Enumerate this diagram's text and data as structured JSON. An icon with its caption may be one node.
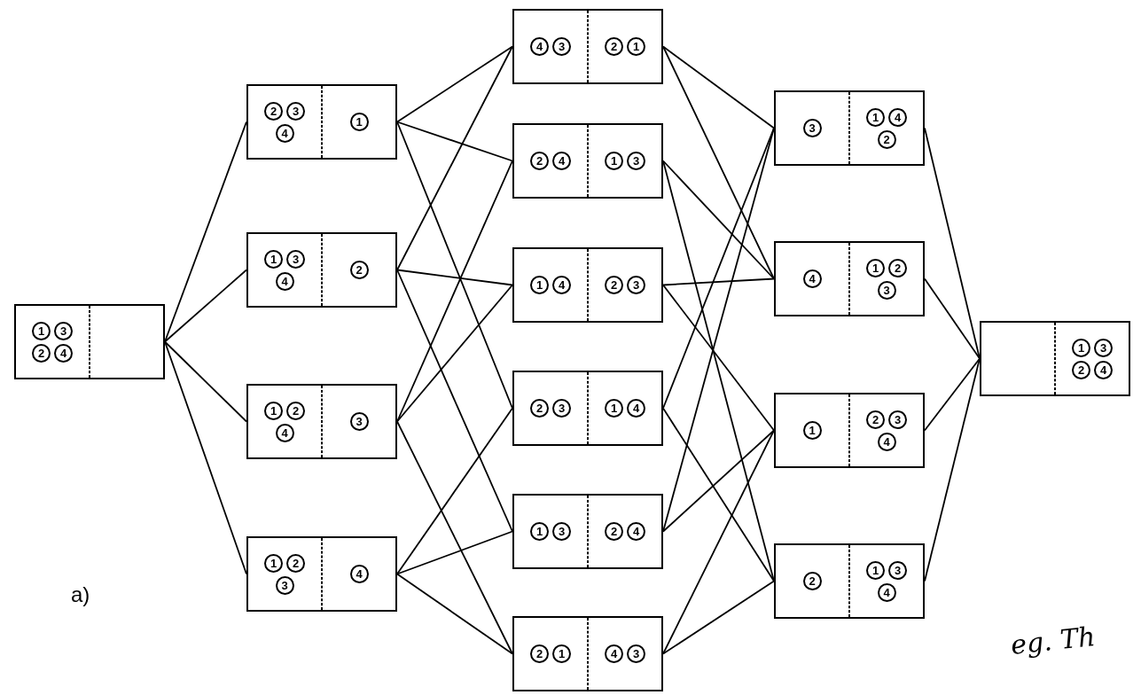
{
  "diagram": {
    "nodes": [
      {
        "text": [],
        "shape": "box"
      },
      {
        "text": [
          "1",
          "3",
          "2",
          "4"
        ],
        "in": 0
      },
      {
        "text": [],
        "shape": "box",
        "in": 0
      },
      {
        "text": [],
        "shape": "box"
      },
      {
        "text": [
          "2",
          "3",
          "4"
        ],
        "in": 3
      },
      {
        "text": [
          "1"
        ],
        "in": 3
      },
      {
        "text": [],
        "shape": "box"
      },
      {
        "text": [
          "1",
          "3",
          "4"
        ],
        "in": 6
      },
      {
        "text": [
          "2"
        ],
        "in": 6
      },
      {
        "text": [],
        "shape": "box"
      },
      {
        "text": [
          "1",
          "2",
          "4"
        ],
        "in": 9
      },
      {
        "text": [
          "3"
        ],
        "in": 9
      },
      {
        "text": [],
        "shape": "box"
      },
      {
        "text": [
          "1",
          "2",
          "3"
        ],
        "in": 12
      },
      {
        "text": [
          "4"
        ],
        "in": 12
      },
      {
        "text": [],
        "shape": "box"
      },
      {
        "text": [
          "4",
          "3"
        ],
        "in": 15
      },
      {
        "text": [
          "2",
          "1"
        ],
        "in": 15
      },
      {
        "text": [],
        "shape": "box"
      },
      {
        "text": [
          "2",
          "4"
        ],
        "in": 18
      },
      {
        "text": [
          "1",
          "3"
        ],
        "in": 18
      },
      {
        "text": [],
        "shape": "box"
      },
      {
        "text": [
          "1",
          "4"
        ],
        "in": 21
      },
      {
        "text": [
          "2",
          "3"
        ],
        "in": 21
      },
      {
        "text": [],
        "shape": "box"
      },
      {
        "text": [
          "2",
          "3"
        ],
        "in": 24
      },
      {
        "text": [
          "1",
          "4"
        ],
        "in": 24
      },
      {
        "text": [],
        "shape": "box"
      },
      {
        "text": [
          "1",
          "3"
        ],
        "in": 27
      },
      {
        "text": [
          "2",
          "4"
        ],
        "in": 27
      },
      {
        "text": [],
        "shape": "box"
      },
      {
        "text": [
          "2",
          "1"
        ],
        "in": 30
      },
      {
        "text": [
          "4",
          "3"
        ],
        "in": 30
      },
      {
        "text": [],
        "shape": "box"
      },
      {
        "text": [
          "3"
        ],
        "in": 33
      },
      {
        "text": [
          "1",
          "4",
          "2"
        ],
        "in": 33
      },
      {
        "text": [],
        "shape": "box"
      },
      {
        "text": [
          "4"
        ],
        "in": 36
      },
      {
        "text": [
          "1",
          "2",
          "3"
        ],
        "in": 36
      },
      {
        "text": [],
        "shape": "box"
      },
      {
        "text": [
          "1"
        ],
        "in": 39
      },
      {
        "text": [
          "2",
          "3",
          "4"
        ],
        "in": 39
      },
      {
        "text": [],
        "shape": "box"
      },
      {
        "text": [
          "2"
        ],
        "in": 42
      },
      {
        "text": [
          "1",
          "3",
          "4"
        ],
        "in": 42
      },
      {
        "text": [],
        "shape": "box"
      },
      {
        "text": [],
        "shape": "box",
        "in": 45
      },
      {
        "text": [
          "1",
          "3",
          "2",
          "4"
        ],
        "in": 45
      }
    ],
    "edges": [
      {
        "from": 0,
        "to": 3,
        "arrow": "none"
      },
      {
        "from": 0,
        "to": 6,
        "arrow": "none"
      },
      {
        "from": 0,
        "to": 9,
        "arrow": "none"
      },
      {
        "from": 0,
        "to": 12,
        "arrow": "none"
      },
      {
        "from": 3,
        "to": 15,
        "arrow": "none"
      },
      {
        "from": 3,
        "to": 18,
        "arrow": "none"
      },
      {
        "from": 3,
        "to": 24,
        "arrow": "none"
      },
      {
        "from": 6,
        "to": 15,
        "arrow": "none"
      },
      {
        "from": 6,
        "to": 21,
        "arrow": "none"
      },
      {
        "from": 6,
        "to": 27,
        "arrow": "none"
      },
      {
        "from": 9,
        "to": 18,
        "arrow": "none"
      },
      {
        "from": 9,
        "to": 21,
        "arrow": "none"
      },
      {
        "from": 9,
        "to": 30,
        "arrow": "none"
      },
      {
        "from": 12,
        "to": 24,
        "arrow": "none"
      },
      {
        "from": 12,
        "to": 27,
        "arrow": "none"
      },
      {
        "from": 12,
        "to": 30,
        "arrow": "none"
      },
      {
        "from": 15,
        "to": 33,
        "arrow": "none"
      },
      {
        "from": 24,
        "to": 33,
        "arrow": "none"
      },
      {
        "from": 27,
        "to": 33,
        "arrow": "none"
      },
      {
        "from": 15,
        "to": 36,
        "arrow": "none"
      },
      {
        "from": 18,
        "to": 36,
        "arrow": "none"
      },
      {
        "from": 21,
        "to": 36,
        "arrow": "none"
      },
      {
        "from": 21,
        "to": 39,
        "arrow": "none"
      },
      {
        "from": 27,
        "to": 39,
        "arrow": "none"
      },
      {
        "from": 30,
        "to": 39,
        "arrow": "none"
      },
      {
        "from": 18,
        "to": 42,
        "arrow": "none"
      },
      {
        "from": 24,
        "to": 42,
        "arrow": "none"
      },
      {
        "from": 30,
        "to": 42,
        "arrow": "none"
      },
      {
        "from": 33,
        "to": 45,
        "arrow": "none"
      },
      {
        "from": 36,
        "to": 45,
        "arrow": "none"
      },
      {
        "from": 39,
        "to": 45,
        "arrow": "none"
      },
      {
        "from": 42,
        "to": 45,
        "arrow": "none"
      }
    ],
    "labels": [
      "a)",
      "eg. Th"
    ]
  }
}
